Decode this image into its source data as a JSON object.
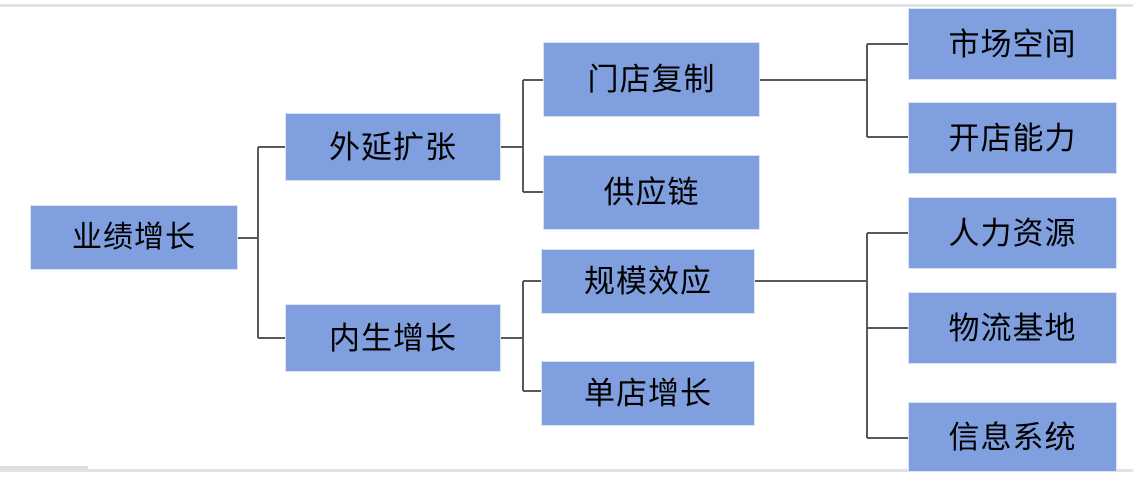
{
  "diagram": {
    "title": "业绩增长",
    "type": "horizontal-tree",
    "node_fill_color": "#7f9fdf",
    "node_border_color": "#dbe3f5",
    "connector_color": "#595959",
    "background_color": "#ffffff",
    "nodes": {
      "root": {
        "label": "业绩增长"
      },
      "level2": [
        {
          "label": "外延扩张"
        },
        {
          "label": "内生增长"
        }
      ],
      "level3": [
        {
          "label": "门店复制"
        },
        {
          "label": "供应链"
        },
        {
          "label": "规模效应"
        },
        {
          "label": "单店增长"
        }
      ],
      "level4": [
        {
          "label": "市场空间"
        },
        {
          "label": "开店能力"
        },
        {
          "label": "人力资源"
        },
        {
          "label": "物流基地"
        },
        {
          "label": "信息系统"
        }
      ]
    },
    "edges": [
      {
        "from": "业绩增长",
        "to": "外延扩张"
      },
      {
        "from": "业绩增长",
        "to": "内生增长"
      },
      {
        "from": "外延扩张",
        "to": "门店复制"
      },
      {
        "from": "外延扩张",
        "to": "供应链"
      },
      {
        "from": "内生增长",
        "to": "规模效应"
      },
      {
        "from": "内生增长",
        "to": "单店增长"
      },
      {
        "from": "门店复制",
        "to": "市场空间"
      },
      {
        "from": "门店复制",
        "to": "开店能力"
      },
      {
        "from": "规模效应",
        "to": "人力资源"
      },
      {
        "from": "规模效应",
        "to": "物流基地"
      },
      {
        "from": "规模效应",
        "to": "信息系统"
      }
    ]
  }
}
